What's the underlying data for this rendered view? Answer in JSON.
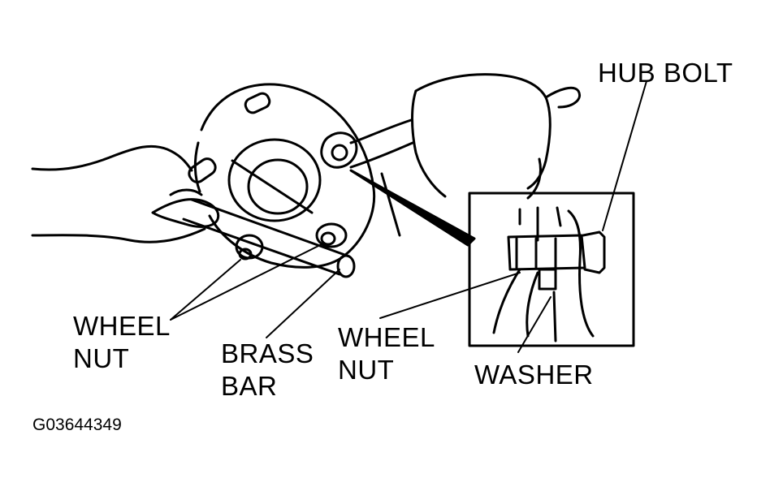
{
  "labels": {
    "hub_bolt": "HUB BOLT",
    "wheel_nut_left_line1": "WHEEL",
    "wheel_nut_left_line2": "NUT",
    "brass_bar_line1": "BRASS",
    "brass_bar_line2": "BAR",
    "wheel_nut_right_line1": "WHEEL",
    "wheel_nut_right_line2": "NUT",
    "washer": "WASHER"
  },
  "figure_id": "G03644349",
  "colors": {
    "ink": "#000000",
    "paper": "#ffffff"
  }
}
